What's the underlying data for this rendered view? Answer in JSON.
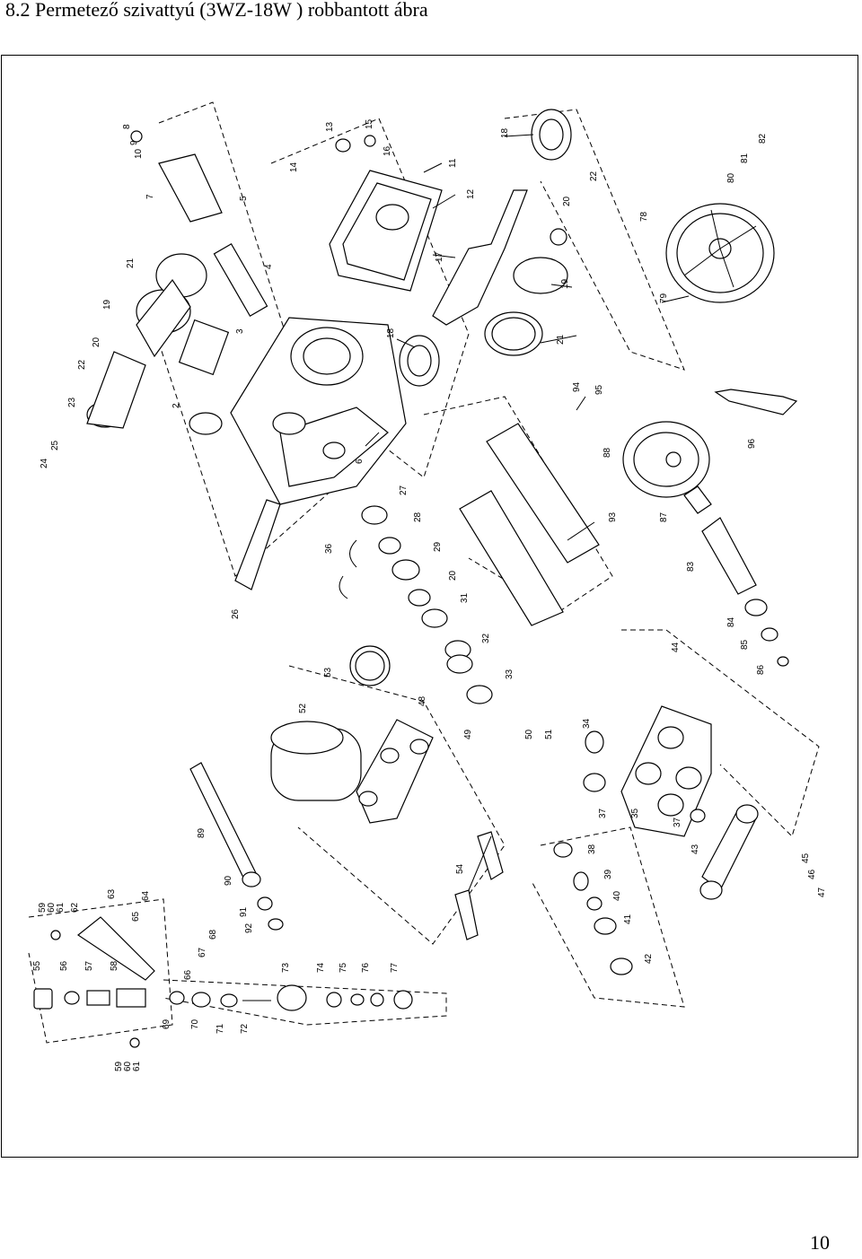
{
  "page": {
    "heading": "8.2  Permetező szivattyú (3WZ-18W ) robbantott ábra",
    "page_number": "10"
  },
  "diagram": {
    "part_numbers": [
      "8",
      "9",
      "10",
      "7",
      "5",
      "4",
      "3",
      "2",
      "21",
      "19",
      "20",
      "22",
      "23",
      "25",
      "24",
      "13",
      "15",
      "16",
      "14",
      "11",
      "12",
      "17",
      "18",
      "20",
      "22",
      "19",
      "21",
      "18",
      "6",
      "80",
      "81",
      "82",
      "78",
      "79",
      "94",
      "95",
      "96",
      "88",
      "87",
      "93",
      "83",
      "84",
      "85",
      "86",
      "27",
      "28",
      "29",
      "20",
      "31",
      "32",
      "33",
      "36",
      "26",
      "44",
      "53",
      "52",
      "48",
      "49",
      "50",
      "51",
      "34",
      "37",
      "35",
      "37",
      "43",
      "89",
      "90",
      "91",
      "92",
      "54",
      "38",
      "39",
      "40",
      "41",
      "42",
      "45",
      "46",
      "47",
      "59",
      "60",
      "61",
      "62",
      "63",
      "64",
      "65",
      "68",
      "67",
      "66",
      "55",
      "56",
      "57",
      "58",
      "69",
      "70",
      "71",
      "72",
      "73",
      "74",
      "75",
      "76",
      "77",
      "59",
      "60",
      "61"
    ]
  }
}
